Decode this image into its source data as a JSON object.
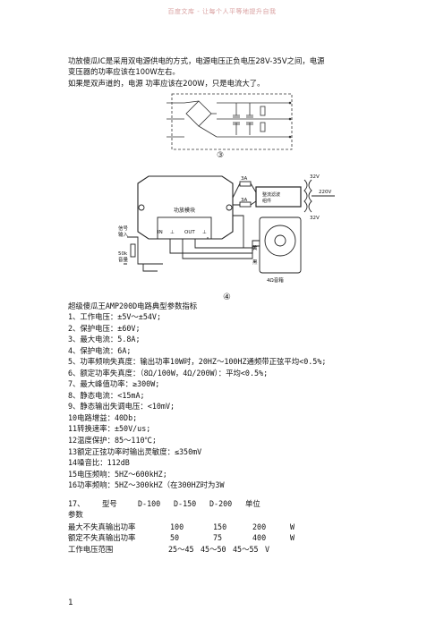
{
  "header": "百度文库 - 让每个人平等地提升自我",
  "intro": [
    "功放傻瓜IC是采用双电源供电的方式，电源电压正负电压28V-35V之间，电源",
    "变压器的功率应该在100W左右。",
    "如果是双声道的，电源 功率应该在200W，只是电流大了。"
  ],
  "fig1": {
    "label": "③"
  },
  "fig2": {
    "label": "④",
    "amp_title": "功放模块",
    "pins": [
      "IN",
      "⊥",
      "OUT",
      "⊥"
    ],
    "signal_in": "信号\n输入",
    "volume": "50k\n音量",
    "fuse_a": "3A",
    "fuse_b": "3A",
    "rect_title": "整流滤波\n组件",
    "v1": "32V",
    "v2": "32V",
    "mains": "220V",
    "speaker": "4Ω音箱",
    "wire_yellow": "黄",
    "wire_black": "黑"
  },
  "spec_title": "超级傻瓜王AMP200D电路典型参数指标",
  "spec_items": [
    "1、工作电压：±5V～±54V;",
    "2、保护电压：±60V;",
    "3、最大电流：5.8A;",
    "4、保护电流：6A;",
    "5、功率频响失真度：输出功率10W时，20HZ～100HZ通频带正弦平均<0.5%;",
    "6、额定功率失真度：（8Ω/100W，4Ω/200W）：平均<0.5%;",
    "7、最大峰值功率：≥300W;",
    "8、静态电流：<15mA;",
    "9、静态输出失调电压：<10mV;",
    "10电路增益：40Db;",
    "11转换速率：±50V/us;",
    "12温度保护：85～110℃;",
    "13额定正弦功率时输出灵敏度：≤350mV",
    "14噪音比：112dB",
    "15电压频响：5HZ～600kHZ;",
    "16功率频响：5HZ～300kHZ（在300HZ时为3W"
  ],
  "table": {
    "header": [
      "17、",
      "型号",
      "D-100",
      "D-150",
      "D-200",
      "单位"
    ],
    "header2": "参数",
    "rows": [
      [
        "最大不失真输出功率",
        "100",
        "150",
        "200",
        "W"
      ],
      [
        "额定不失真输出功率",
        "50",
        "75",
        "400",
        "W"
      ],
      [
        "工作电压范围",
        "25～45",
        "45～50",
        "45～55",
        "V"
      ]
    ]
  },
  "page_number": "1"
}
